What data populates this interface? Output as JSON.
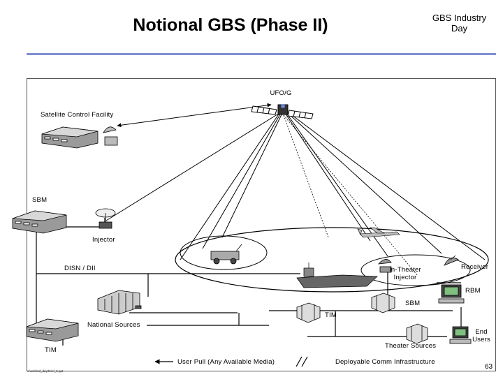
{
  "header": {
    "title": "Notional GBS (Phase II)",
    "subtitle": "GBS Industry\nDay"
  },
  "labels": {
    "satellite": "UFO/G",
    "control": "Satellite Control Facility",
    "sbm_top": "SBM",
    "injector": "Injector",
    "disn": "DISN / DII",
    "in_theater": "In-Theater\nInjector",
    "receiver": "Receiver",
    "rbm": "RBM",
    "sbm_mid": "SBM",
    "tim_mid": "TIM",
    "national": "National Sources",
    "end_users": "End\nUsers",
    "theater": "Theater Sources",
    "tim_bottom": "TIM",
    "user_pull": "User Pull (Any Available Media)",
    "deployable": "Deployable Comm Infrastructure"
  },
  "footer": {
    "file": "c:\\wrk\\ind_day\\brief_5.ppt",
    "page": "63"
  },
  "colors": {
    "rule": "#7f8fd0",
    "frame": "#555555",
    "line": "#000000"
  }
}
